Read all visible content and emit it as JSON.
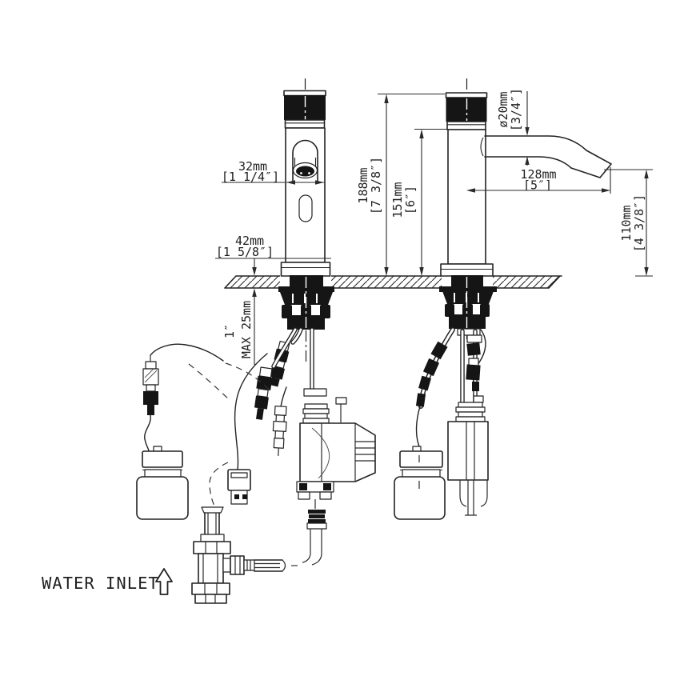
{
  "drawing": {
    "type": "faucet-installation-dimension-diagram",
    "line_color": "#222222",
    "background": "#ffffff"
  },
  "dimensions": {
    "spout_width": {
      "mm": "32mm",
      "inch": "[1 1/4″]"
    },
    "base_width": {
      "mm": "42mm",
      "inch": "[1 5/8″]"
    },
    "total_height": {
      "mm": "188mm",
      "inch": "[7 3/8″]"
    },
    "spout_top_height": {
      "mm": "151mm",
      "inch": "[6″]"
    },
    "spout_diameter": {
      "mm": "ø20mm",
      "inch": "[3/4″]"
    },
    "spout_reach": {
      "mm": "128mm",
      "inch": "[5″]"
    },
    "outlet_height": {
      "mm": "110mm",
      "inch": "[4 3/8″]"
    },
    "deck_thickness": {
      "mm": "MAX 25mm",
      "inch": "1″"
    }
  },
  "labels": {
    "water_inlet": "WATER INLET"
  }
}
